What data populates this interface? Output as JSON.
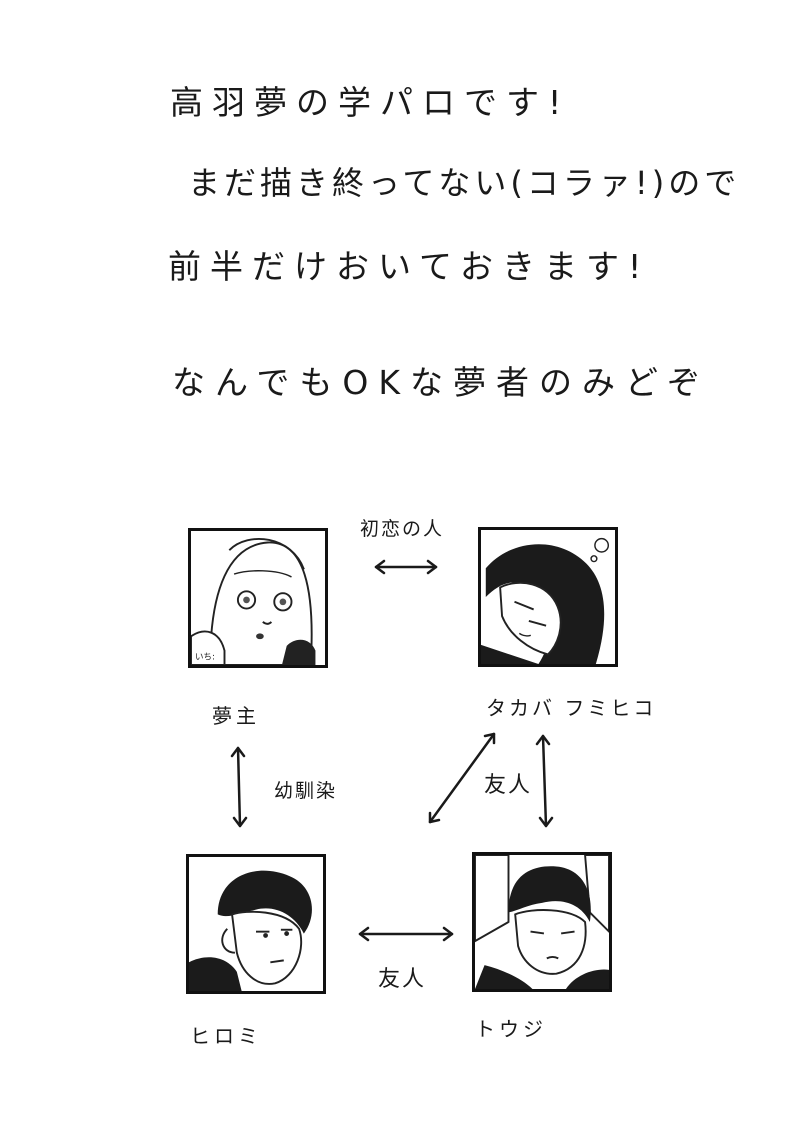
{
  "intro": {
    "line1": "高羽夢の学パロです!",
    "line2": "まだ描き終ってない(コラァ!)ので",
    "line3": "前半だけおいておきます!",
    "line4": "なんでもOKな夢者のみどぞ"
  },
  "characters": {
    "dream": "夢主",
    "takaba": "タカバ フミヒコ",
    "hiromi": "ヒロミ",
    "touji": "トウジ"
  },
  "relations": {
    "first_love": "初恋の人",
    "childhood": "幼馴染",
    "friend_takaba_touji": "友人",
    "friend_hiromi_touji": "友人"
  },
  "panel_caption": "いち:"
}
